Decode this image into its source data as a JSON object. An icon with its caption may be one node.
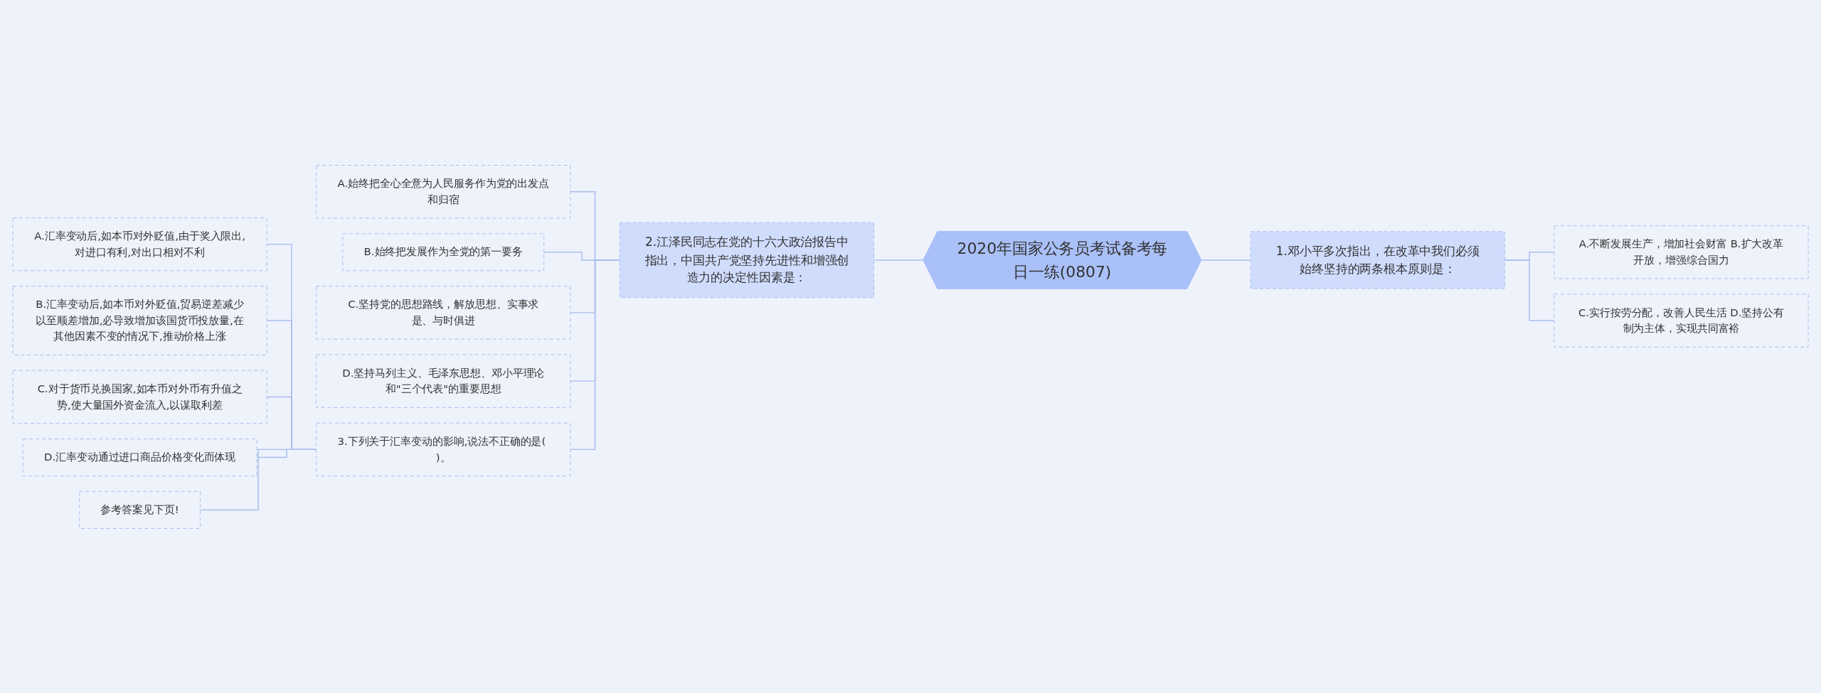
{
  "diagram": {
    "nodes": [
      {
        "text": [
          "2020年国家公务员考试备考每日一练(0807)"
        ]
      },
      {
        "text": [
          "1.邓小平多次指出，在改革中我们必须始终坚持的两条根本原则是："
        ]
      },
      {
        "text": [
          "A.不断发展生产，增加社会财富 B.扩大改革开放，增强综合国力"
        ]
      },
      {
        "text": [
          "C.实行按劳分配，改善人民生活 D.坚持公有制为主体，实现共同富裕"
        ]
      },
      {
        "text": [
          "2.江泽民同志在党的十六大政治报告中指出，中国共产党坚持先进性和增强创造力的决定性因素是："
        ]
      },
      {
        "text": [
          "A.始终把全心全意为人民服务作为党的出发点和归宿"
        ]
      },
      {
        "text": [
          "B.始终把发展作为全党的第一要务"
        ]
      },
      {
        "text": [
          "C.坚持党的思想路线，解放思想、实事求是、与时俱进"
        ]
      },
      {
        "text": [
          "D.坚持马列主义、毛泽东思想、邓小平理论和\"三个代表\"的重要思想"
        ]
      },
      {
        "text": [
          "3.下列关于汇率变动的影响,说法不正确的是( )。"
        ]
      },
      {
        "text": [
          "A.汇率变动后,如本币对外贬值,由于奖入限出,对进口有利,对出口相对不利"
        ]
      },
      {
        "text": [
          "B.汇率变动后,如本币对外贬值,贸易逆差减少以至顺差增加,必导致增加该国货币投放量,在其他因素不变的情况下,推动价格上涨"
        ]
      },
      {
        "text": [
          "C.对于货币兑换国家,如本币对外币有升值之势,使大量国外资金流入,以谋取利差"
        ]
      },
      {
        "text": [
          "D.汇率变动通过进口商品价格变化而体现"
        ]
      },
      {
        "text": [
          "参考答案见下页!"
        ]
      }
    ],
    "edges": [
      {
        "from": 0,
        "to": 1,
        "arrow": "none"
      },
      {
        "from": 1,
        "to": 2,
        "arrow": "none"
      },
      {
        "from": 1,
        "to": 3,
        "arrow": "none"
      },
      {
        "from": 0,
        "to": 4,
        "arrow": "none"
      },
      {
        "from": 4,
        "to": 5,
        "arrow": "none"
      },
      {
        "from": 4,
        "to": 6,
        "arrow": "none"
      },
      {
        "from": 4,
        "to": 7,
        "arrow": "none"
      },
      {
        "from": 4,
        "to": 8,
        "arrow": "none"
      },
      {
        "from": 4,
        "to": 9,
        "arrow": "none"
      },
      {
        "from": 9,
        "to": 10,
        "arrow": "none"
      },
      {
        "from": 9,
        "to": 11,
        "arrow": "none"
      },
      {
        "from": 9,
        "to": 12,
        "arrow": "none"
      },
      {
        "from": 9,
        "to": 13,
        "arrow": "none"
      },
      {
        "from": 9,
        "to": 14,
        "arrow": "none"
      }
    ]
  }
}
